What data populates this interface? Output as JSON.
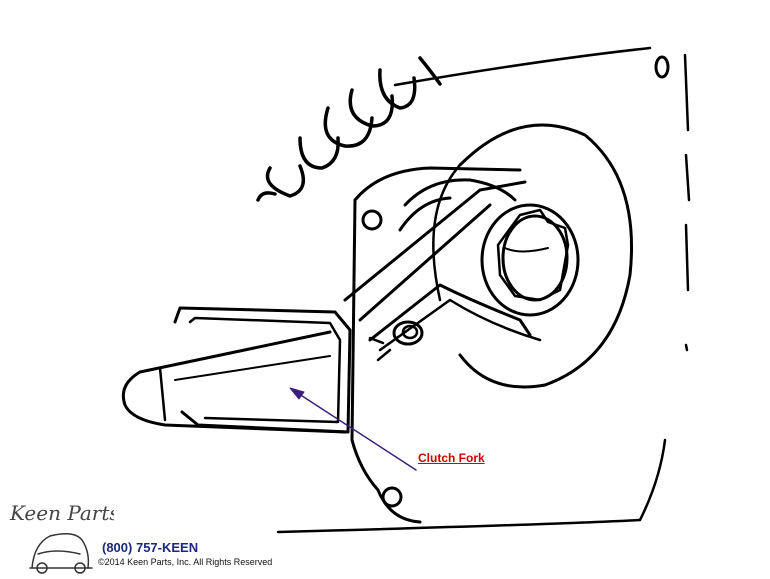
{
  "callout": {
    "label": "Clutch Fork"
  },
  "footer": {
    "phone": "(800) 757-KEEN",
    "copyright": "©2014 Keen Parts, Inc. All Rights Reserved"
  },
  "logo": {
    "text": "Keen Parts"
  },
  "colors": {
    "callout_text": "#cc0000",
    "arrow": "#3a1f7a",
    "phone_text": "#1a2a7a",
    "line_art": "#000000"
  }
}
